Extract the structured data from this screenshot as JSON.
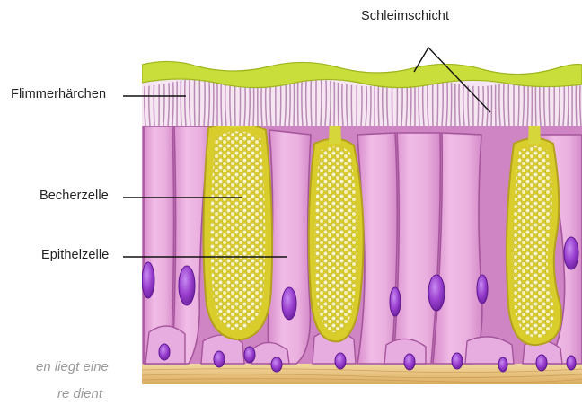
{
  "labels": {
    "mucus": "Schleimschicht",
    "cilia": "Flimmerhärchen",
    "goblet": "Becherzelle",
    "epithelial": "Epithelzelle"
  },
  "caption": {
    "line1": "en liegt eine",
    "line2": "re dient"
  },
  "colors": {
    "mucus": "#c9de3a",
    "cilia": "#b98ab6",
    "cell_fill": "#e6a6da",
    "cell_border": "#a5559c",
    "nucleus": "#8f2fbe",
    "goblet_fill": "#e4dc3b",
    "goblet_grain": "#fbf7ce",
    "basement": "#e8c27a"
  }
}
